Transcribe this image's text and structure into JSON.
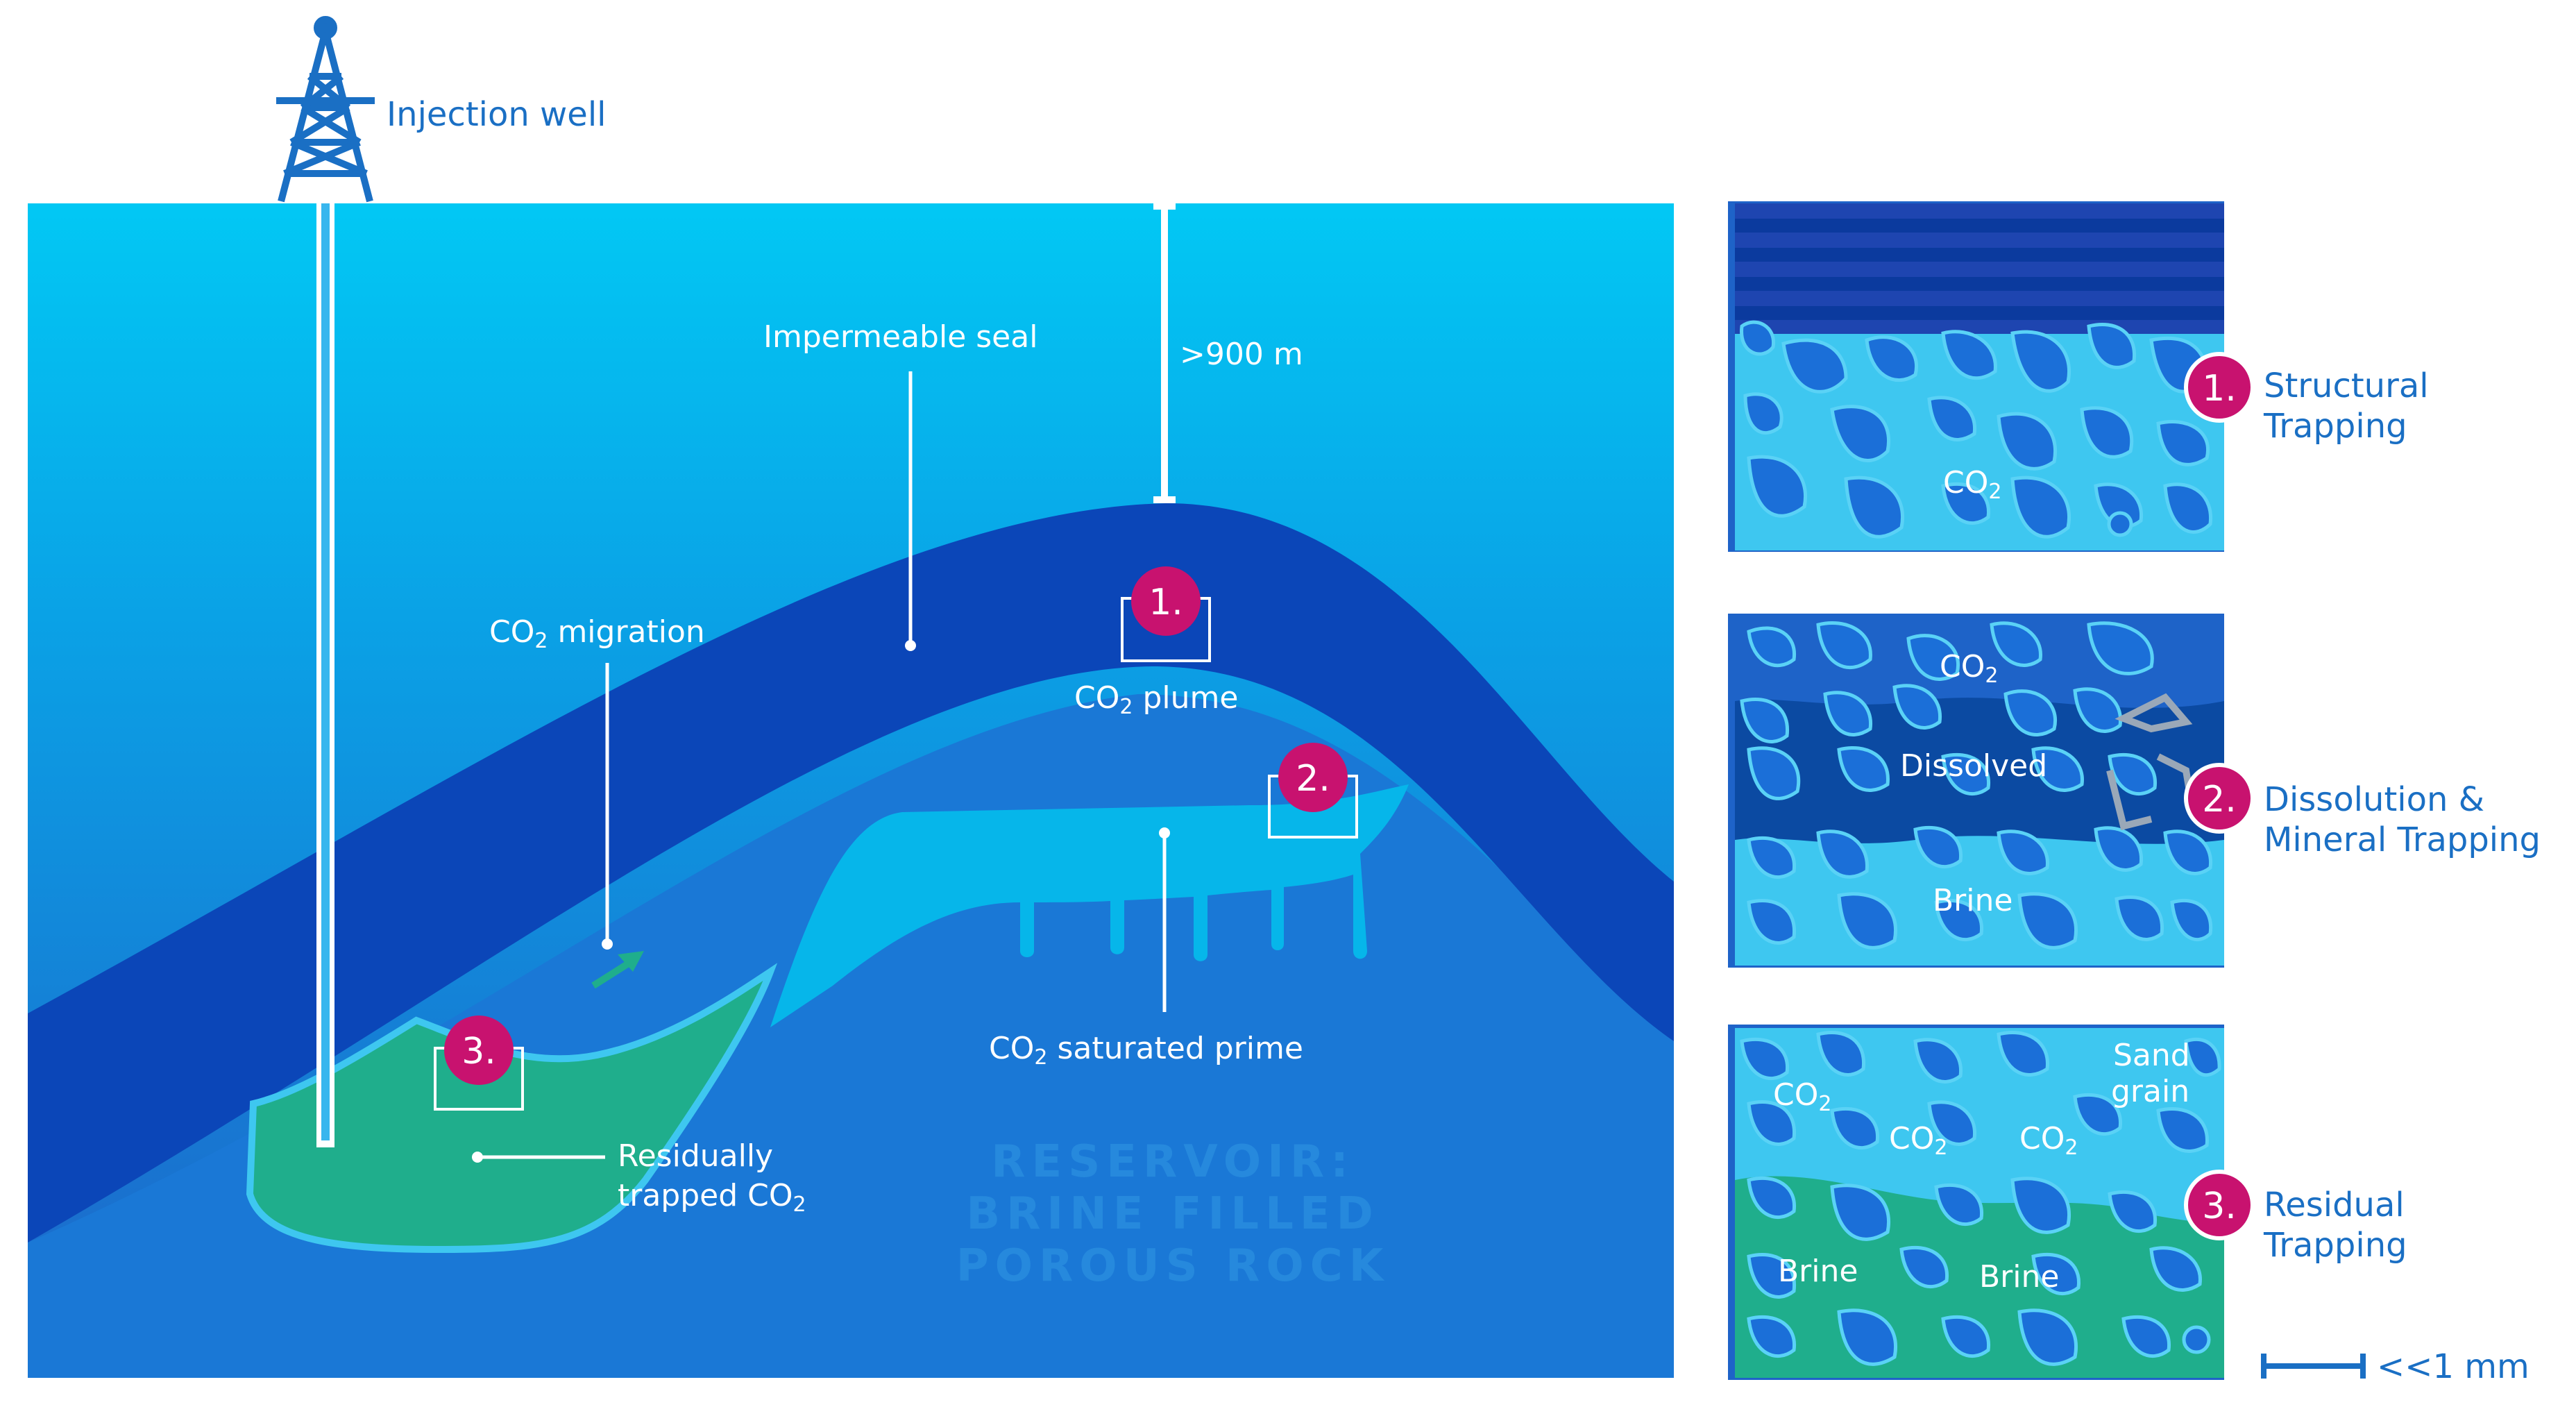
{
  "well": {
    "label": "Injection well"
  },
  "main": {
    "depth": ">900 m",
    "seal": "Impermeable seal",
    "migration": "CO2 migration",
    "plume": "CO2 plume",
    "saturated": "CO2 saturated prime",
    "residual_line1": "Residually",
    "residual_line2": "trapped CO2",
    "watermark": [
      "RESERVOIR:",
      "BRINE FILLED",
      "POROUS ROCK"
    ]
  },
  "badges": [
    "1.",
    "2.",
    "3."
  ],
  "insets": [
    {
      "number": "1.",
      "title_line1": "Structural",
      "title_line2": "Trapping",
      "labels": [
        "CO2"
      ]
    },
    {
      "number": "2.",
      "title_line1": "Dissolution &",
      "title_line2": "Mineral Trapping",
      "labels": [
        "CO2",
        "Dissolved",
        "Brine"
      ]
    },
    {
      "number": "3.",
      "title_line1": "Residual",
      "title_line2": "Trapping",
      "labels": [
        "Sand",
        "grain",
        "CO2",
        "CO2",
        "CO2",
        "Brine",
        "Brine"
      ]
    }
  ],
  "scale": {
    "label": "<<1 mm"
  },
  "colors": {
    "sky_top": "#02c8f4",
    "deep_blue": "#1e63c8",
    "seal_band": "#0a3fae",
    "plume": "#05b8ea",
    "residual_green": "#1fae8c",
    "badge_magenta": "#c8126f",
    "label_blue": "#1a6fc4"
  }
}
